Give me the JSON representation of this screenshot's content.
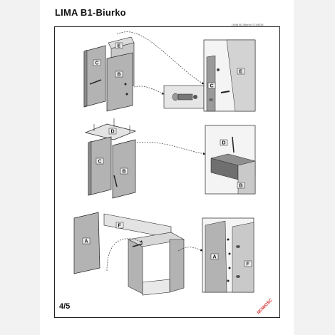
{
  "header": {
    "title": "LIMA  B1-Biurko",
    "code": "LIMA B1-Biurko 1744016"
  },
  "footer": {
    "page": "4/5",
    "brand": "NOWOŚĆ"
  },
  "labels": {
    "a": "A",
    "b": "B",
    "c": "C",
    "d": "D",
    "e": "E",
    "f": "F"
  },
  "colors": {
    "panel": "#b3b3b3",
    "panel_dark": "#8c8c8c",
    "panel_light": "#dcdcdc",
    "detail_bg": "#e6e6e6",
    "line": "#222222"
  }
}
